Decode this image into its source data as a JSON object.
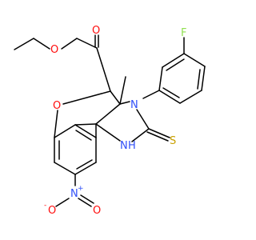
{
  "molecule": {
    "atoms": {
      "ester_o_single": {
        "symbol": "O",
        "color": "#ff0d0d"
      },
      "ester_o_carbonyl": {
        "symbol": "O",
        "color": "#ff0d0d"
      },
      "ring_o": {
        "symbol": "O",
        "color": "#ff0d0d"
      },
      "fluorine": {
        "symbol": "F",
        "color": "#90e050"
      },
      "amine_n": {
        "symbol": "N",
        "color": "#3050f8"
      },
      "nh_n": {
        "symbol": "N",
        "color": "#3050f8"
      },
      "nh_h": {
        "symbol": "H",
        "color": "#3050f8"
      },
      "thione_s": {
        "symbol": "S",
        "color": "#c8a000"
      },
      "nitro_n": {
        "symbol": "N",
        "color": "#3050f8"
      },
      "nitro_n_charge": {
        "symbol": "+",
        "color": "#3050f8"
      },
      "nitro_o_left": {
        "symbol": "O",
        "color": "#ff0d0d"
      },
      "nitro_o_left_charge": {
        "symbol": "-",
        "color": "#ff0d0d"
      },
      "nitro_o_right": {
        "symbol": "O",
        "color": "#ff0d0d"
      }
    },
    "methyl_label": "Methyl"
  }
}
